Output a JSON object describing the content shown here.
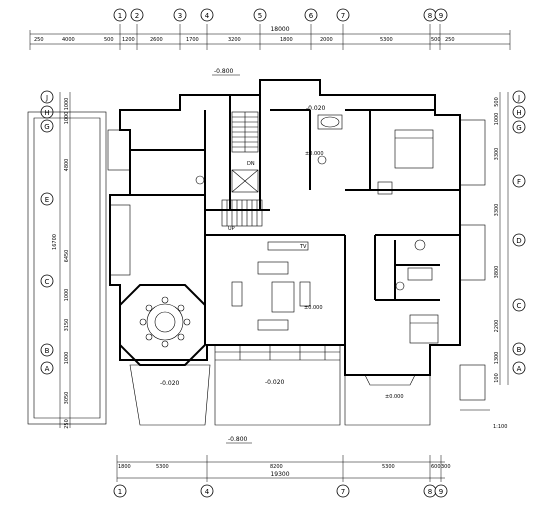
{
  "plan": {
    "grid_top": [
      "1",
      "2",
      "3",
      "4",
      "5",
      "6",
      "7",
      "8",
      "9"
    ],
    "grid_bottom": [
      "1",
      "4",
      "7",
      "8",
      "9"
    ],
    "grid_left": [
      "J",
      "H",
      "G",
      "E",
      "C",
      "B",
      "A"
    ],
    "grid_right": [
      "J",
      "H",
      "G",
      "F",
      "D",
      "C",
      "B",
      "A"
    ],
    "dims_top_total": "18000",
    "dims_top": [
      "250",
      "4000",
      "500",
      "1200",
      "2600",
      "1700",
      "3200",
      "1800",
      "2000",
      "5300",
      "500",
      "250"
    ],
    "dims_left_total": "16700",
    "dims_left": [
      "1000",
      "1000",
      "4800",
      "6450",
      "1000",
      "3150",
      "1000",
      "3050",
      "250"
    ],
    "dims_right": [
      "500",
      "1000",
      "3300",
      "3300",
      "3800",
      "2200",
      "1300",
      "100"
    ],
    "dims_bottom_total": "19300",
    "dims_bottom": [
      "1800",
      "5300",
      "8200",
      "5300",
      "600",
      "300"
    ],
    "levels": [
      "-0.800",
      "-0.020",
      "-0.020",
      "-0.020",
      "-0.800",
      "±0.000",
      "±0.000",
      "±0.000"
    ],
    "room_labels": [
      "DN",
      "UP",
      "TV",
      "±0.000"
    ],
    "annotations": [
      "DN",
      "1:100"
    ]
  }
}
